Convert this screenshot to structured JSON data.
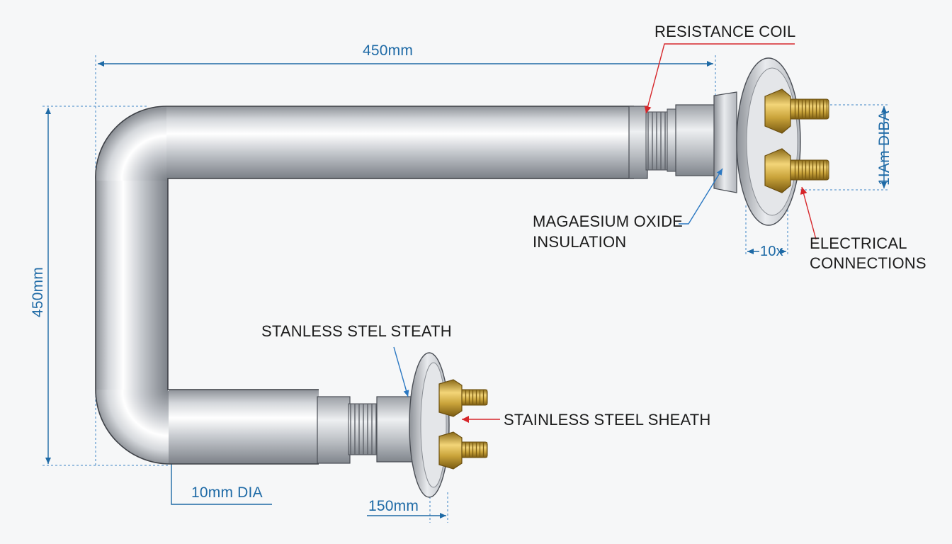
{
  "labels": {
    "resistance_coil": "RESISTANCE COIL",
    "mgo_line1": "MAGAESIUM OXIDE",
    "mgo_line2": "INSULATION",
    "electrical_line1": "ELECTRICAL",
    "electrical_line2": "CONNECTIONS",
    "stanless_sheath": "STANLESS STEL STEATH",
    "stainless_sheath": "STAINLESS STEEL SHEATH"
  },
  "dimensions": {
    "top_length": "450mm",
    "left_length": "450mm",
    "tube_diameter": "10mm DIA",
    "lower_fitting": "150mm",
    "flange_thickness": "10x",
    "flange_dia": "1IAm DIBA"
  },
  "colors": {
    "dimension_line": "#1e6aa6",
    "leader_red": "#d6262a",
    "leader_blue": "#2b78c2",
    "steel": "#c4c7cc",
    "brass": "#c9a33a"
  }
}
